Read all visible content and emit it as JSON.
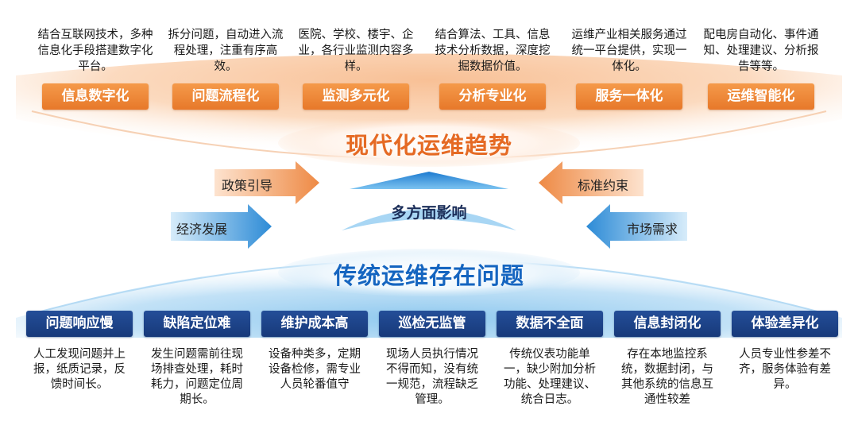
{
  "modern": {
    "title": "现代化运维趋势",
    "items": [
      {
        "tag": "信息数字化",
        "desc": "结合互联网技术，多种信息化手段搭建数字化平台。"
      },
      {
        "tag": "问题流程化",
        "desc": "拆分问题，自动进入流程处理，注重有序高效。"
      },
      {
        "tag": "监测多元化",
        "desc": "医院、学校、楼宇、企业，各行业监测内容多样。"
      },
      {
        "tag": "分析专业化",
        "desc": "结合算法、工具、信息技术分析数据，深度挖掘数据价值。"
      },
      {
        "tag": "服务一体化",
        "desc": "运维产业相关服务通过统一平台提供，实现一体化。"
      },
      {
        "tag": "运维智能化",
        "desc": "配电房自动化、事件通知、处理建议、分析报告等等。"
      }
    ]
  },
  "center": {
    "label": "多方面影响",
    "arrows": {
      "upper_left": "政策引导",
      "lower_left": "经济发展",
      "upper_right": "标准约束",
      "lower_right": "市场需求"
    }
  },
  "traditional": {
    "title": "传统运维存在问题",
    "items": [
      {
        "tag": "问题响应慢",
        "desc": "人工发现问题并上报，纸质记录，反馈时间长。"
      },
      {
        "tag": "缺陷定位难",
        "desc": "发生问题需前往现场排查处理，耗时耗力，问题定位周期长。"
      },
      {
        "tag": "维护成本高",
        "desc": "设备种类多，定期设备检修，需专业人员轮番值守"
      },
      {
        "tag": "巡检无监管",
        "desc": "现场人员执行情况不得而知，没有统一规范，流程缺乏管理。"
      },
      {
        "tag": "数据不全面",
        "desc": "传统仪表功能单一，缺少附加分析功能、处理建议、统合日志。"
      },
      {
        "tag": "信息封闭化",
        "desc": "存在本地监控系统，数据封闭，与其他系统的信息互通性较差"
      },
      {
        "tag": "体验差异化",
        "desc": "人员专业性参差不齐，服务体验有差异。"
      }
    ]
  },
  "colors": {
    "orange": "#e7782a",
    "navy": "#1c3f86",
    "blue": "#1565c0",
    "light_blue": "#bfe0f6",
    "light_orange": "#fde6d2"
  }
}
